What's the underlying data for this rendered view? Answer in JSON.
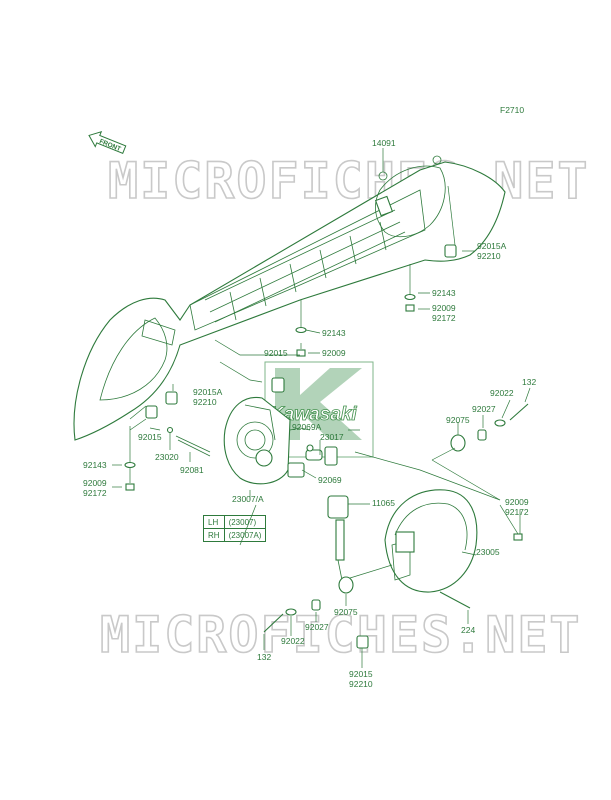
{
  "figure_code": "F2710",
  "front_label": "FRONT",
  "watermark_text": "MICROFICHES.NET",
  "logo_text": "Kawasaki",
  "colors": {
    "line": "#2e7a3c",
    "watermark": "#c9c9c9",
    "logo_green": "#3f8f4a"
  },
  "parts": [
    {
      "id": "p14091",
      "text": "14091"
    },
    {
      "id": "p92015a_r",
      "text": "92015A"
    },
    {
      "id": "p92210_r",
      "text": "92210"
    },
    {
      "id": "p92143_r",
      "text": "92143"
    },
    {
      "id": "p92009_r",
      "text": "92009"
    },
    {
      "id": "p92172_r",
      "text": "92172"
    },
    {
      "id": "p92143_c",
      "text": "92143"
    },
    {
      "id": "p92015_c",
      "text": "92015"
    },
    {
      "id": "p92009_c",
      "text": "92009"
    },
    {
      "id": "p92015a_l",
      "text": "92015A"
    },
    {
      "id": "p92210_l",
      "text": "92210"
    },
    {
      "id": "p92015_l",
      "text": "92015"
    },
    {
      "id": "p92069a",
      "text": "92069A"
    },
    {
      "id": "p23017",
      "text": "23017"
    },
    {
      "id": "p23020",
      "text": "23020"
    },
    {
      "id": "p92081",
      "text": "92081"
    },
    {
      "id": "p92143_l",
      "text": "92143"
    },
    {
      "id": "p92009_l",
      "text": "92009"
    },
    {
      "id": "p92172_l",
      "text": "92172"
    },
    {
      "id": "p92069",
      "text": "92069"
    },
    {
      "id": "p23007a",
      "text": "23007/A"
    },
    {
      "id": "p11065",
      "text": "11065"
    },
    {
      "id": "p132_r",
      "text": "132"
    },
    {
      "id": "p92022_r",
      "text": "92022"
    },
    {
      "id": "p92075_r",
      "text": "92075"
    },
    {
      "id": "p92027_r",
      "text": "92027"
    },
    {
      "id": "p92009_rr",
      "text": "92009"
    },
    {
      "id": "p92172_rr",
      "text": "92172"
    },
    {
      "id": "p23005",
      "text": "23005"
    },
    {
      "id": "p92075_b",
      "text": "92075"
    },
    {
      "id": "p92027_b",
      "text": "92027"
    },
    {
      "id": "p92022_b",
      "text": "92022"
    },
    {
      "id": "p132_b",
      "text": "132"
    },
    {
      "id": "p224",
      "text": "224"
    },
    {
      "id": "p92015_b",
      "text": "92015"
    },
    {
      "id": "p92210_b",
      "text": "92210"
    }
  ],
  "legend": [
    {
      "side": "LH",
      "part": "(23007)"
    },
    {
      "side": "RH",
      "part": "(23007A)"
    }
  ]
}
